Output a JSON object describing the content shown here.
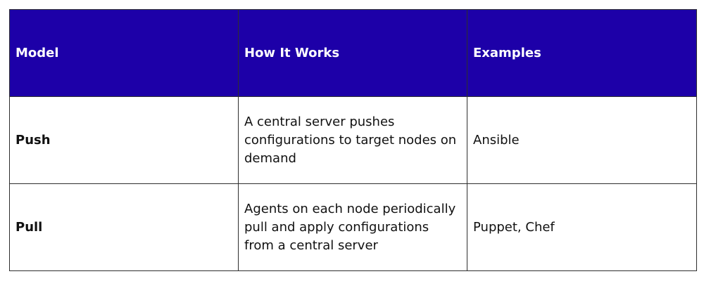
{
  "table": {
    "headers": [
      "Model",
      "How It Works",
      "Examples"
    ],
    "rows": [
      {
        "model": "Push",
        "how": "A central server pushes configurations to target nodes on demand",
        "examples": "Ansible"
      },
      {
        "model": "Pull",
        "how": "Agents on each node periodically pull and apply configurations from a central server",
        "examples": "Puppet, Chef"
      }
    ]
  },
  "colors": {
    "header_bg": "#1d00a8",
    "header_text": "#ffffff",
    "border": "#2e2e2e"
  }
}
